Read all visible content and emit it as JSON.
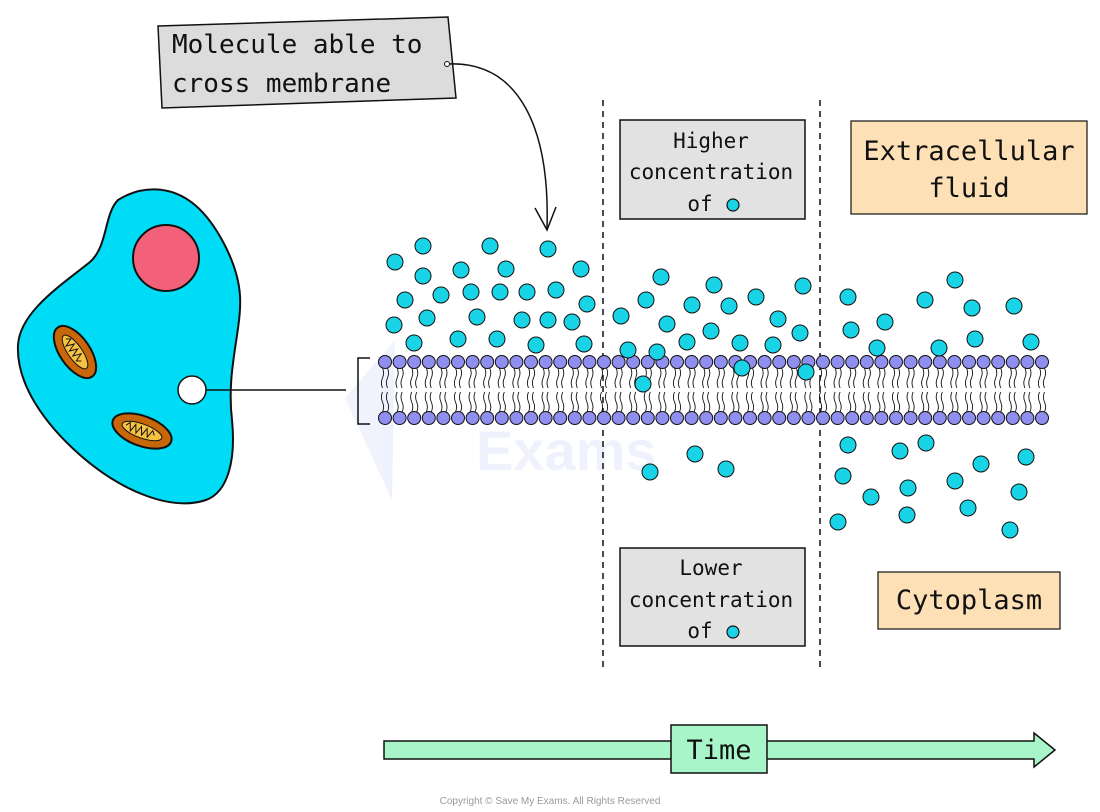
{
  "callout": {
    "line1": "Molecule able to",
    "line2": "cross membrane"
  },
  "high_box": {
    "line1": "Higher",
    "line2": "concentration",
    "line3": "of"
  },
  "low_box": {
    "line1": "Lower",
    "line2": "concentration",
    "line3": "of"
  },
  "region_labels": {
    "extracellular_line1": "Extracellular",
    "extracellular_line2": "fluid",
    "cytoplasm": "Cytoplasm"
  },
  "timeline": {
    "label": "Time"
  },
  "watermark": {
    "text": "Exams"
  },
  "footer": {
    "copyright": "Copyright © Save My Exams. All Rights Reserved"
  },
  "colors": {
    "molecule": "#19d3e6",
    "phospholipid_head": "#8f8ff0",
    "cell_body": "#00dcf5",
    "nucleus": "#f2607a",
    "mitochondrion": "#c8660a",
    "extracellular_box": "#fde0b6",
    "concentration_box": "#e2e2e2",
    "timeline_arrow": "#a7f5c8"
  },
  "icons": [
    "cell-icon",
    "nucleus-icon",
    "mitochondrion-icon",
    "molecule-icon",
    "phospholipid-bilayer",
    "timeline-arrow"
  ]
}
